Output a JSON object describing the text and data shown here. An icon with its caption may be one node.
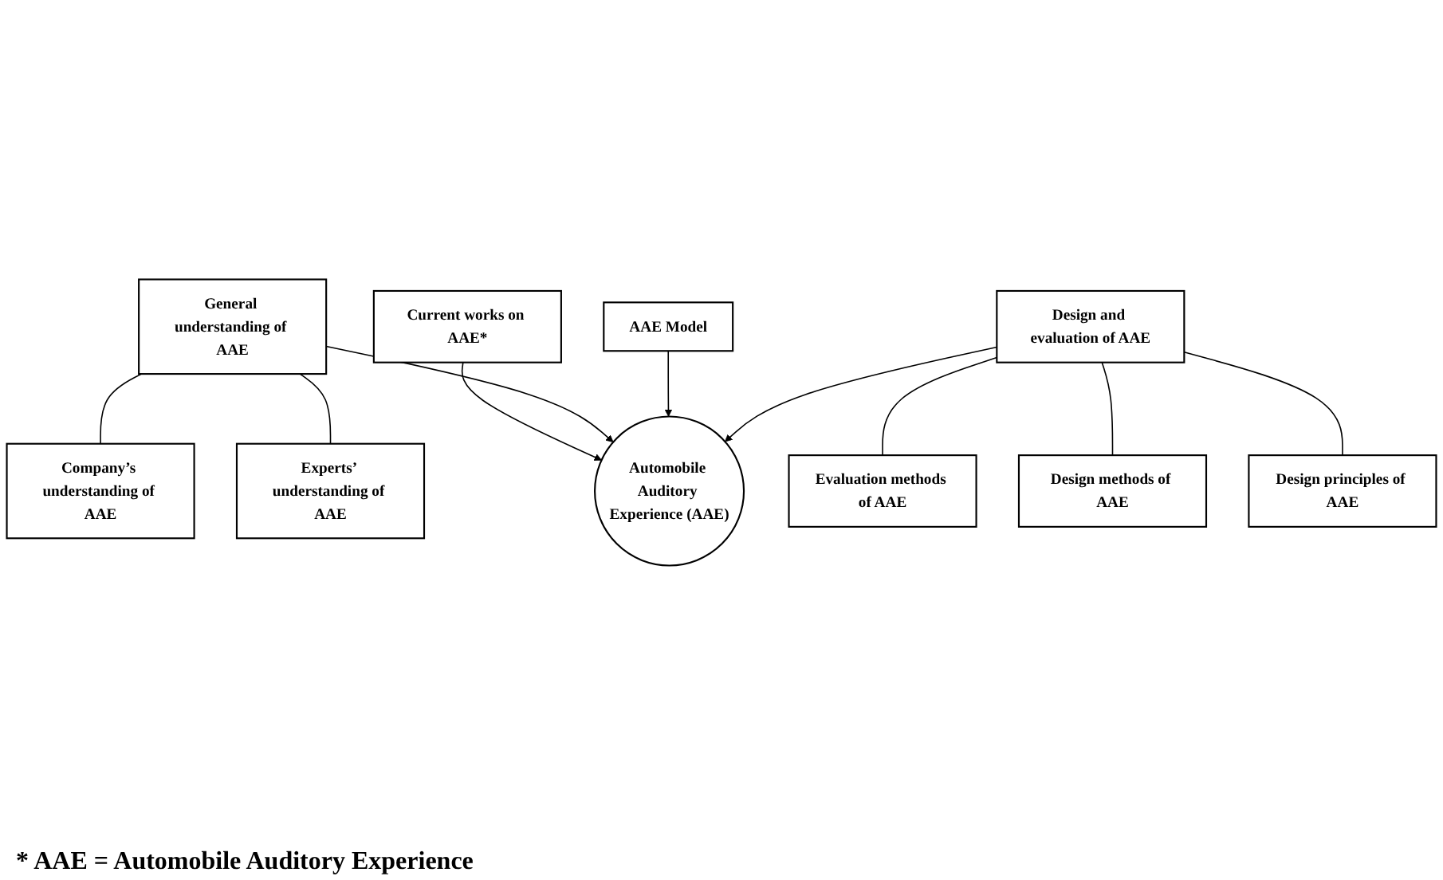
{
  "diagram": {
    "nodes": [
      {
        "text": [
          "Current works on AAE*"
        ]
      },
      {
        "text": [
          "Automobile Auditory Experience (AAE)"
        ]
      },
      {
        "text": [
          "General understanding of AAE"
        ]
      },
      {
        "text": [
          "Experts’ understanding of AAE"
        ]
      },
      {
        "text": [
          "Company’s understanding of AAE"
        ]
      },
      {
        "text": [
          "AAE Model"
        ]
      },
      {
        "text": [
          "Design and evaluation of AAE"
        ]
      },
      {
        "text": [
          "Design principles of AAE"
        ]
      },
      {
        "text": [
          "Design methods of AAE"
        ]
      },
      {
        "text": [
          "Evaluation methods of AAE"
        ]
      }
    ],
    "edges": [
      {
        "from": 0,
        "to": 1,
        "arrow": "to"
      },
      {
        "from": 2,
        "to": 1,
        "arrow": "to"
      },
      {
        "from": 5,
        "to": 1,
        "arrow": "to"
      },
      {
        "from": 6,
        "to": 1,
        "arrow": "to"
      },
      {
        "from": 2,
        "to": 3,
        "arrow": "none"
      },
      {
        "from": 2,
        "to": 4,
        "arrow": "none"
      },
      {
        "from": 6,
        "to": 7,
        "arrow": "none"
      },
      {
        "from": 6,
        "to": 8,
        "arrow": "none"
      },
      {
        "from": 6,
        "to": 9,
        "arrow": "none"
      }
    ],
    "labels": [
      "* AAE = Automobile Auditory Experience"
    ]
  }
}
